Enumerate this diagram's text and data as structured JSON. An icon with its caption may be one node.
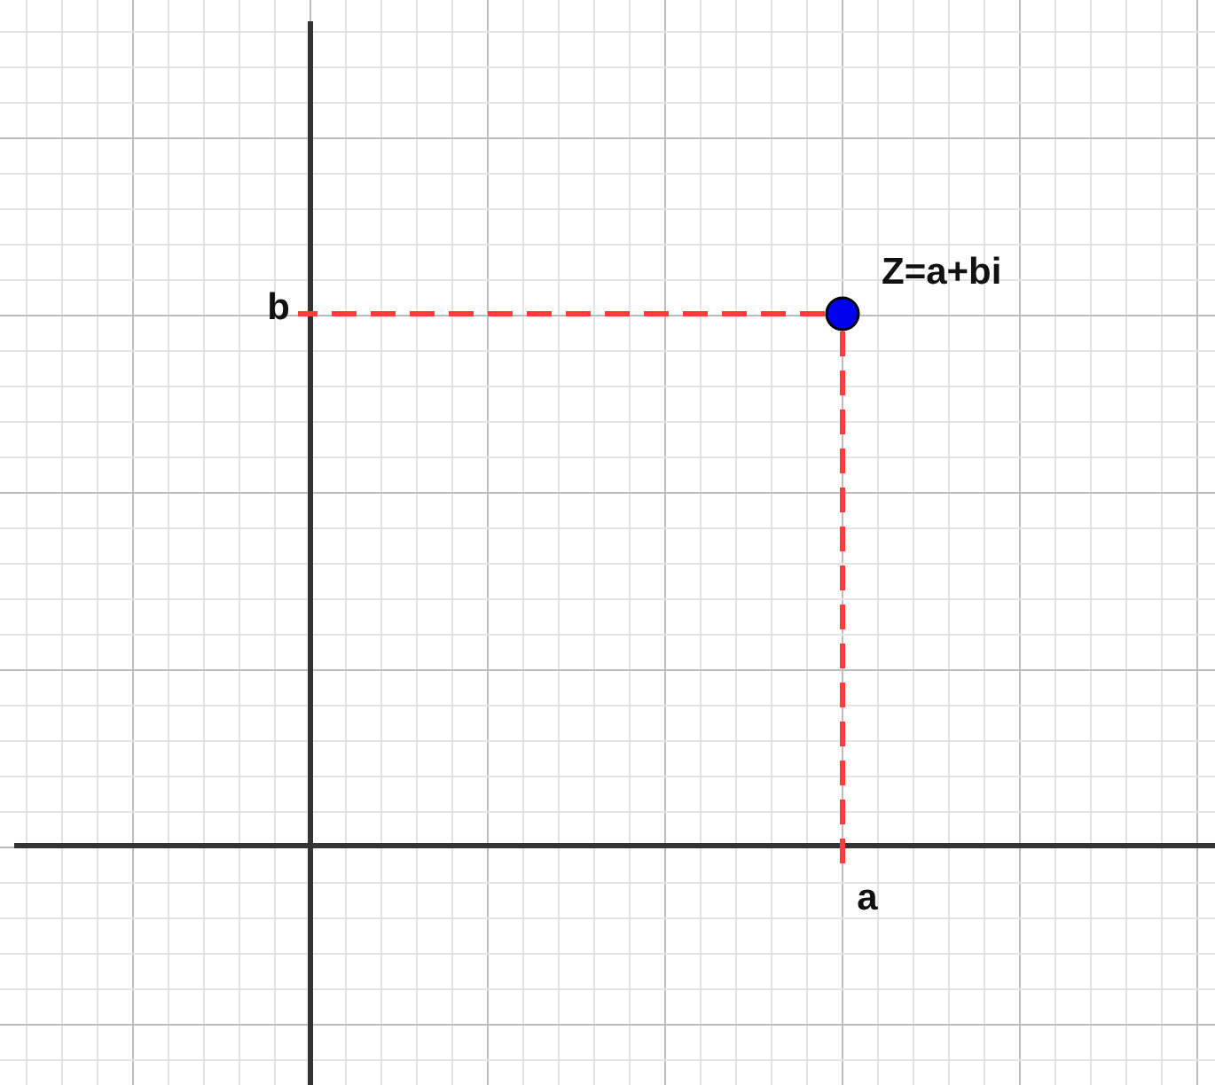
{
  "diagram": {
    "nodes": [
      {
        "text": [],
        "shape": "circle",
        "beside": [
          "Z=a+bi"
        ]
      },
      {
        "text": [
          "b"
        ]
      },
      {
        "text": [
          "a"
        ]
      }
    ],
    "edges": [
      {
        "from": 0,
        "to": 1,
        "arrow": "none",
        "style": "dashed"
      },
      {
        "from": 0,
        "to": 2,
        "arrow": "none",
        "style": "dashed"
      }
    ]
  }
}
